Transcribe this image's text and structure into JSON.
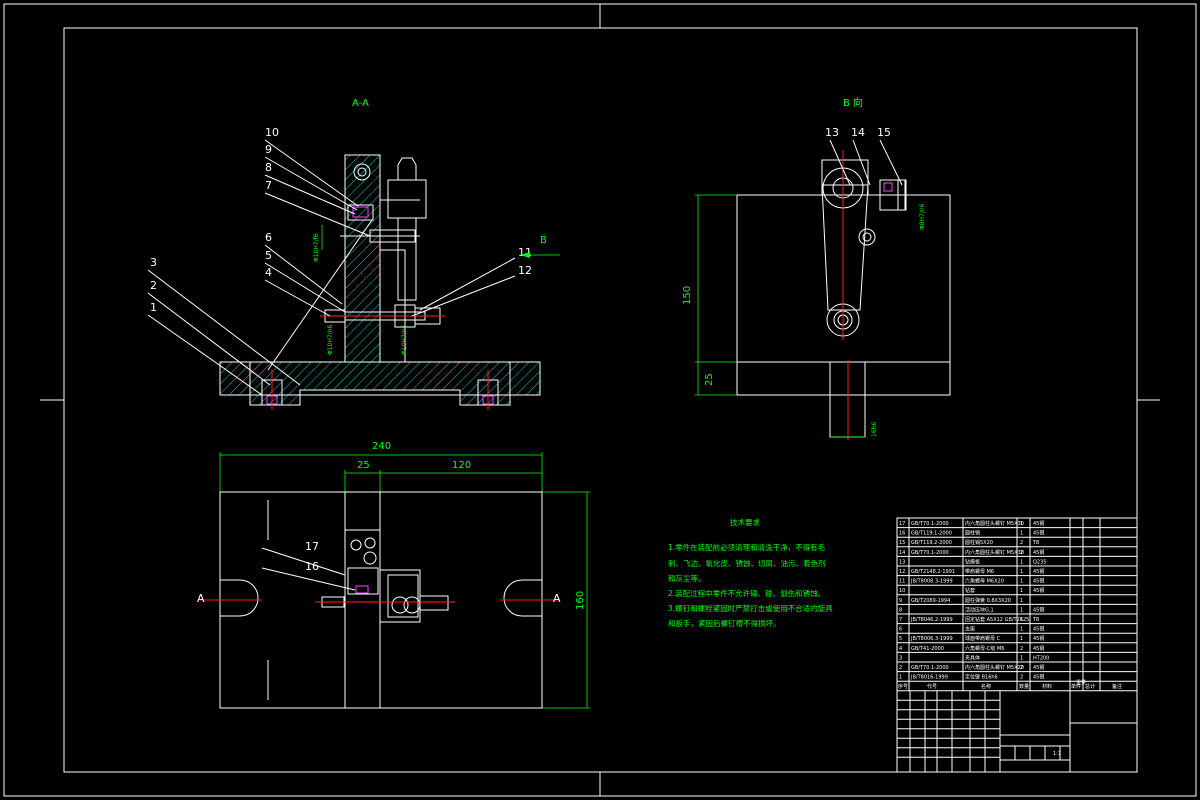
{
  "views": {
    "section_aa": "A-A",
    "view_b": "B 向",
    "direction_b": "B",
    "section_mark_left": "A",
    "section_mark_right": "A"
  },
  "balloons": [
    "1",
    "2",
    "3",
    "4",
    "5",
    "6",
    "7",
    "8",
    "9",
    "10",
    "11",
    "12",
    "13",
    "14",
    "15",
    "16",
    "17"
  ],
  "dimensions": {
    "d240": "240",
    "d25_top": "25",
    "d120": "120",
    "d160": "160",
    "d150": "150",
    "d25_side": "25",
    "d16": "16h6",
    "phi1": "Φ10H7/f6",
    "phi2": "Φ10H7/n6",
    "phi3": "Φ10H7/n6",
    "phi4": "Φ8H7/n6"
  },
  "notes": {
    "title": "技术要求",
    "lines": [
      "1.零件在装配前必须清理和清洗干净，不得有毛",
      "刺、飞边、氧化皮、锈蚀、切屑、油污、着色剂",
      "和灰尘等。",
      "2.装配过程中零件不允许磕、碰、划伤和锈蚀。",
      "3.螺钉和螺栓紧固时严禁打击或使用不合适的旋具",
      "和扳手，紧固后螺钉槽不得损坏。"
    ]
  },
  "bom": {
    "rows": [
      {
        "no": "17",
        "code": "GB/T70.1-2000",
        "name": "内六角圆柱头螺钉 M5X30",
        "qty": "1",
        "mat": "45钢"
      },
      {
        "no": "16",
        "code": "GB/T119.1-2000",
        "name": "圆柱销",
        "qty": "1",
        "mat": "45钢"
      },
      {
        "no": "15",
        "code": "GB/T119.2-2000",
        "name": "圆柱销5X20",
        "qty": "2",
        "mat": "T8"
      },
      {
        "no": "14",
        "code": "GB/T70.1-2000",
        "name": "内六角圆柱头螺钉 M5X30",
        "qty": "2",
        "mat": "45钢"
      },
      {
        "no": "13",
        "code": "",
        "name": "钻模板",
        "qty": "1",
        "mat": "Q235"
      },
      {
        "no": "12",
        "code": "GB/T2148.2-1991",
        "name": "带肩螺母 M6",
        "qty": "1",
        "mat": "45钢"
      },
      {
        "no": "11",
        "code": "JB/T8008.3-1999",
        "name": "六角螺母 M6X20",
        "qty": "1",
        "mat": "45钢"
      },
      {
        "no": "10",
        "code": "",
        "name": "钻套",
        "qty": "1",
        "mat": "45钢"
      },
      {
        "no": "9",
        "code": "GB/T2089-1994",
        "name": "圆柱弹簧 0.8X3X20",
        "qty": "1",
        "mat": ""
      },
      {
        "no": "8",
        "code": "",
        "name": "活动压块G.1",
        "qty": "1",
        "mat": "45钢"
      },
      {
        "no": "7",
        "code": "JB/T8046.2-1999",
        "name": "固定钻套 A5X12 GB/T2625",
        "qty": "1",
        "mat": "T8"
      },
      {
        "no": "6",
        "code": "",
        "name": "支座",
        "qty": "1",
        "mat": "45钢"
      },
      {
        "no": "5",
        "code": "JB/T8006.3-1999",
        "name": "球面带肩螺母 C",
        "qty": "1",
        "mat": "45钢"
      },
      {
        "no": "4",
        "code": "GB/T41-2000",
        "name": "六角螺母-C级 M6",
        "qty": "2",
        "mat": "45钢"
      },
      {
        "no": "3",
        "code": "",
        "name": "夹具体",
        "qty": "1",
        "mat": "HT200"
      },
      {
        "no": "2",
        "code": "GB/T70.1-2000",
        "name": "内六角圆柱头螺钉 M5X20",
        "qty": "2",
        "mat": "45钢"
      },
      {
        "no": "1",
        "code": "JB/T8016-1999",
        "name": "定位键 B16h6",
        "qty": "2",
        "mat": "45钢"
      }
    ],
    "header": [
      "序号",
      "代号",
      "名称",
      "数量",
      "材料",
      "单件",
      "总计",
      "备注"
    ],
    "header_sub": "重量",
    "scale": "1:1"
  },
  "colors": {
    "background": "#000000",
    "outline": "#ffffff",
    "dimension": "#00ff00",
    "centerline": "#ff2020",
    "hidden": "#ff40ff"
  }
}
